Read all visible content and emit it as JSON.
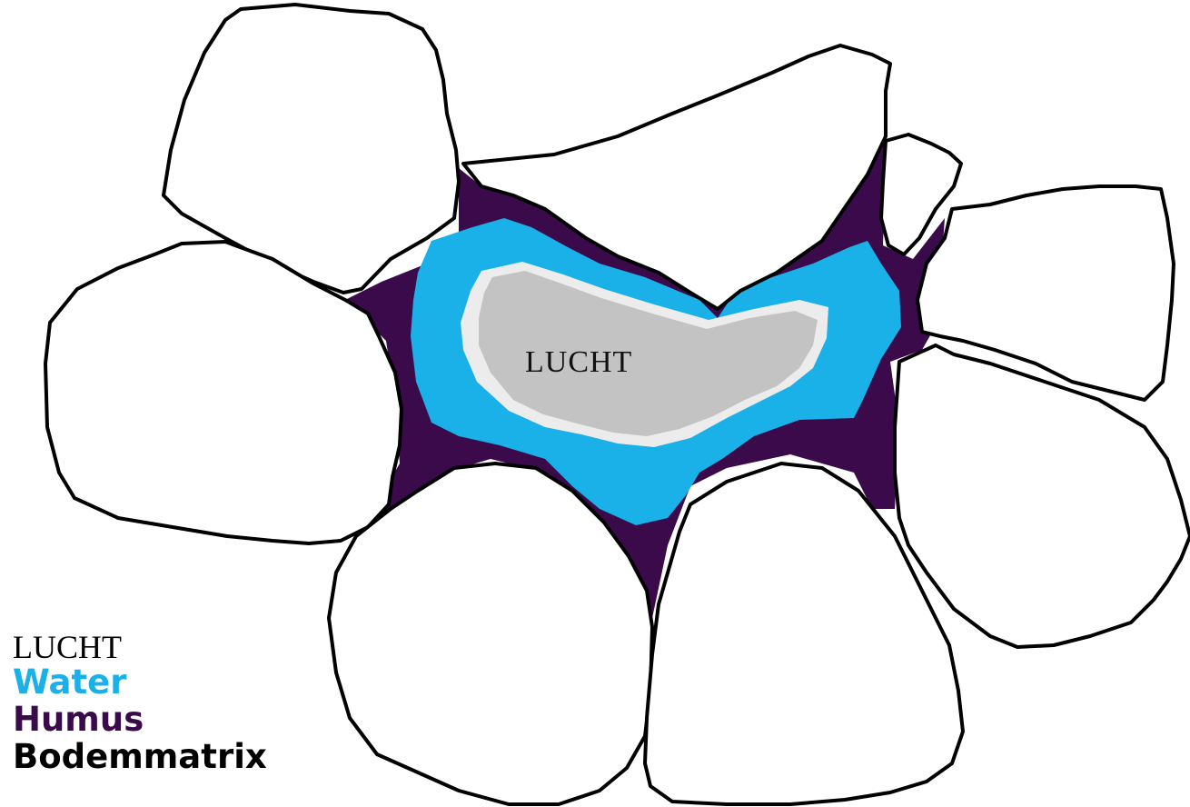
{
  "pore_label": "LUCHT",
  "legend": {
    "air": "LUCHT",
    "water": "Water",
    "humus": "Humus",
    "matrix": "Bodemmatrix"
  },
  "colors": {
    "air": "#c3c3c3",
    "air_rim": "#ececec",
    "water": "#1ab0e8",
    "humus": "#3a0a4a",
    "matrix_fill": "#ffffff",
    "matrix_outline": "#000000",
    "legend_air": "#000000",
    "legend_water": "#1ab0e8",
    "legend_humus": "#3a0a4a",
    "legend_matrix": "#000000"
  }
}
